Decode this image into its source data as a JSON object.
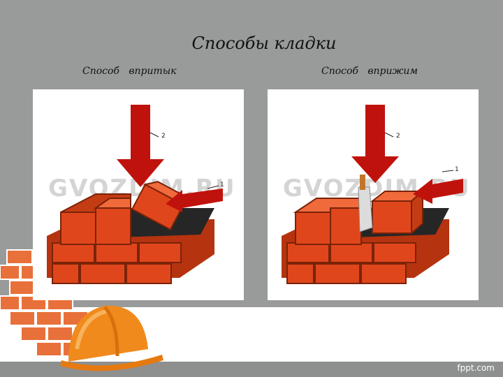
{
  "slide": {
    "title": "Способы кладки",
    "left_caption": "Способ   впритык",
    "right_caption": "Способ   вприжим"
  },
  "left_figure": {
    "watermark": "GVOZDIM.RU",
    "arrow_labels": [
      "2",
      "1"
    ]
  },
  "right_figure": {
    "watermark": "GVOZDIM.RU",
    "arrow_labels": [
      "2",
      "1"
    ]
  },
  "footer": {
    "brand": "fppt.com"
  },
  "colors": {
    "background": "#999a9a",
    "brick": "#e0461c",
    "brick_dark": "#b5330f",
    "mortar": "#262626",
    "arrow": "#c0120c",
    "helmet": "#f08a1c"
  }
}
